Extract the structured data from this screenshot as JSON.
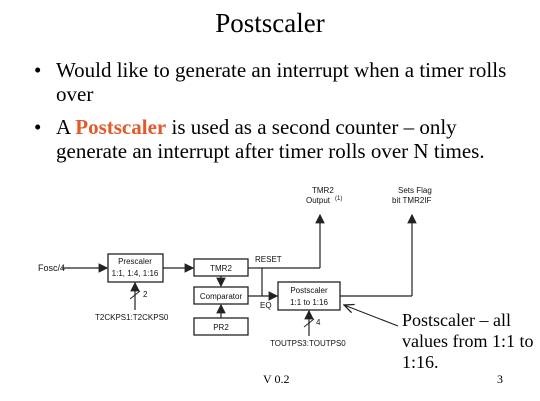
{
  "slide": {
    "title": "Postscaler",
    "bullets": [
      {
        "text": "Would like to generate an interrupt when a timer rolls over"
      },
      {
        "pre": "A ",
        "highlight": "Postscaler",
        "post": " is used as a second counter – only generate an interrupt after timer rolls over N times."
      }
    ],
    "callout": "Postscaler – all values from 1:1 to 1:16.",
    "footer": {
      "version": "V 0.2",
      "page": "3"
    }
  },
  "diagram": {
    "input_label": "Fosc/4",
    "prescaler": {
      "title": "Prescaler",
      "ratios": "1:1, 1:4, 1:16",
      "bus_width": "2",
      "control": "T2CKPS1:T2CKPS0"
    },
    "tmr2": "TMR2",
    "comparator": "Comparator",
    "pr2": "PR2",
    "reset": "RESET",
    "eq": "EQ",
    "postscaler": {
      "title": "Postscaler",
      "ratios": "1:1 to 1:16",
      "bus_width": "4",
      "control": "TOUTPS3:TOUTPS0"
    },
    "tmr2_output": {
      "line1": "TMR2",
      "line2": "Output",
      "note": "(1)"
    },
    "flag": {
      "line1": "Sets Flag",
      "line2": "bit TMR2IF"
    }
  },
  "colors": {
    "highlight": "#e05a2b"
  }
}
